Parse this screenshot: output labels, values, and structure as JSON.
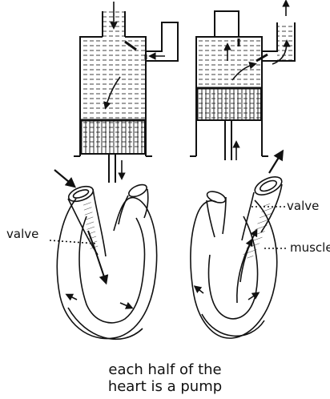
{
  "labels": {
    "valve_left": "valve",
    "valve_right": "valve",
    "muscle": "muscle"
  },
  "caption": {
    "line1": "each half of the",
    "line2": "heart is a pump"
  },
  "colors": {
    "ink": "#111111",
    "background": "#ffffff"
  }
}
